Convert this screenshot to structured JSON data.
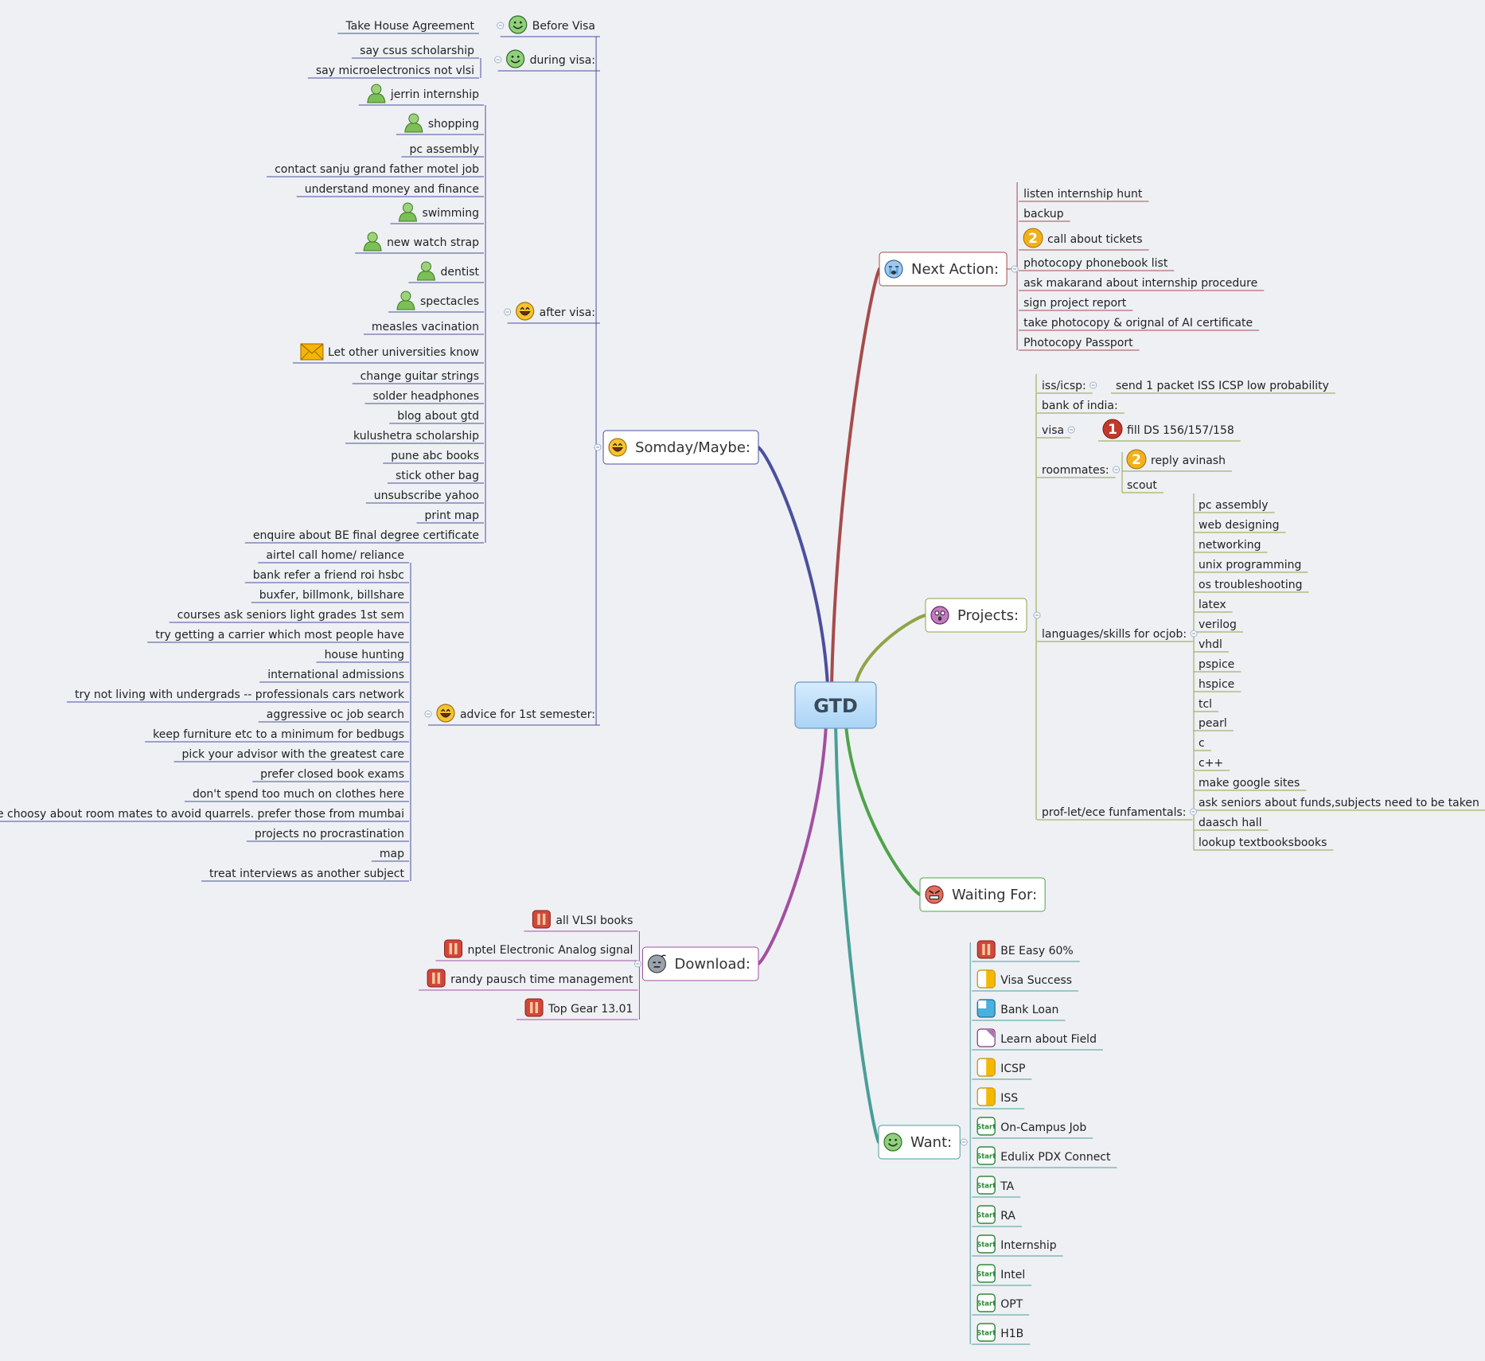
{
  "colors": {
    "background": "#eef0f4",
    "center_fill": "#a9d3f5",
    "nextaction": "#a64b4b",
    "projects": "#8fa446",
    "waiting": "#4fa34a",
    "want": "#4a9e97",
    "download": "#a24fa2",
    "someday": "#4a4f9e"
  },
  "center": {
    "label": "GTD"
  },
  "branches": [
    {
      "key": "nextaction",
      "label": "Next Action:",
      "icon": "crying-face-icon",
      "color": "#a64b4b",
      "items": [
        {
          "label": "listen internship hunt"
        },
        {
          "label": "backup"
        },
        {
          "label": "call about tickets",
          "icon": "priority-2-icon"
        },
        {
          "label": "photocopy phonebook list"
        },
        {
          "label": "ask makarand about internship procedure"
        },
        {
          "label": "sign project report"
        },
        {
          "label": "take photocopy & orignal of AI certificate"
        },
        {
          "label": "Photocopy Passport"
        }
      ]
    },
    {
      "key": "projects",
      "label": "Projects:",
      "icon": "surprised-face-icon",
      "color": "#8fa446",
      "items": [
        {
          "label": "iss/icsp:",
          "children": [
            {
              "label": "send 1 packet ISS ICSP low probability"
            }
          ]
        },
        {
          "label": "bank of india:"
        },
        {
          "label": "visa",
          "children": [
            {
              "label": "fill DS 156/157/158",
              "icon": "priority-1-icon"
            }
          ]
        },
        {
          "label": "roommates:",
          "children": [
            {
              "label": "reply avinash",
              "icon": "priority-2-icon"
            },
            {
              "label": "scout"
            }
          ]
        },
        {
          "label": "languages/skills for ocjob:",
          "children": [
            {
              "label": "pc assembly"
            },
            {
              "label": "web designing"
            },
            {
              "label": "networking"
            },
            {
              "label": "unix programming"
            },
            {
              "label": "os troubleshooting"
            },
            {
              "label": "latex"
            },
            {
              "label": "verilog"
            },
            {
              "label": "vhdl"
            },
            {
              "label": "pspice"
            },
            {
              "label": "hspice"
            },
            {
              "label": "tcl"
            },
            {
              "label": "pearl"
            },
            {
              "label": "c"
            },
            {
              "label": "c++"
            }
          ]
        },
        {
          "label": "prof-let/ece funfamentals:",
          "children": [
            {
              "label": "make google sites"
            },
            {
              "label": "ask seniors about funds,subjects need to be taken"
            },
            {
              "label": "daasch hall"
            },
            {
              "label": "lookup textbooksbooks"
            }
          ]
        }
      ]
    },
    {
      "key": "waiting",
      "label": "Waiting For:",
      "icon": "angry-face-icon",
      "color": "#4fa34a",
      "items": []
    },
    {
      "key": "want",
      "label": "Want:",
      "icon": "smiley-face-icon",
      "color": "#4a9e97",
      "items": [
        {
          "label": "BE Easy 60%",
          "icon": "pause-icon"
        },
        {
          "label": "Visa Success",
          "icon": "half-progress-icon"
        },
        {
          "label": "Bank Loan",
          "icon": "quarter-progress-icon"
        },
        {
          "label": "Learn about Field",
          "icon": "eighth-progress-icon"
        },
        {
          "label": "ICSP",
          "icon": "half-progress-icon"
        },
        {
          "label": "ISS",
          "icon": "half-progress-icon"
        },
        {
          "label": "On-Campus Job",
          "icon": "start-icon"
        },
        {
          "label": "Edulix PDX Connect",
          "icon": "start-icon"
        },
        {
          "label": "TA",
          "icon": "start-icon"
        },
        {
          "label": "RA",
          "icon": "start-icon"
        },
        {
          "label": "Internship",
          "icon": "start-icon"
        },
        {
          "label": "Intel",
          "icon": "start-icon"
        },
        {
          "label": "OPT",
          "icon": "start-icon"
        },
        {
          "label": "H1B",
          "icon": "start-icon"
        }
      ]
    },
    {
      "key": "download",
      "label": "Download:",
      "icon": "bomb-face-icon",
      "color": "#a24fa2",
      "items": [
        {
          "label": "all VLSI books",
          "icon": "pause-icon"
        },
        {
          "label": "nptel Electronic Analog signal",
          "icon": "pause-icon"
        },
        {
          "label": "randy pausch time management",
          "icon": "pause-icon"
        },
        {
          "label": "Top Gear 13.01",
          "icon": "pause-icon"
        }
      ]
    },
    {
      "key": "someday",
      "label": "Somday/Maybe:",
      "icon": "laughing-face-icon",
      "color": "#4a4f9e",
      "items": [
        {
          "label": "Before Visa",
          "icon": "smiley-face-icon",
          "children": [
            {
              "label": "Take House Agreement"
            }
          ]
        },
        {
          "label": "during visa:",
          "icon": "smiley-face-icon",
          "children": [
            {
              "label": "say csus scholarship"
            },
            {
              "label": "say microelectronics not vlsi"
            }
          ]
        },
        {
          "label": "after visa:",
          "icon": "laughing-face-icon",
          "children": [
            {
              "label": "jerrin internship",
              "icon": "person-icon"
            },
            {
              "label": "shopping",
              "icon": "person-icon"
            },
            {
              "label": "pc assembly"
            },
            {
              "label": "contact sanju grand father motel job"
            },
            {
              "label": "understand money and finance"
            },
            {
              "label": "swimming",
              "icon": "person-icon"
            },
            {
              "label": "new watch strap",
              "icon": "person-icon"
            },
            {
              "label": "dentist",
              "icon": "person-icon"
            },
            {
              "label": "spectacles",
              "icon": "person-icon"
            },
            {
              "label": "measles vacination"
            },
            {
              "label": "Let other universities know",
              "icon": "envelope-icon"
            },
            {
              "label": "change guitar strings"
            },
            {
              "label": "solder headphones"
            },
            {
              "label": "blog about gtd"
            },
            {
              "label": "kulushetra scholarship"
            },
            {
              "label": "pune abc books"
            },
            {
              "label": "stick other bag"
            },
            {
              "label": "unsubscribe yahoo"
            },
            {
              "label": "print map"
            },
            {
              "label": "enquire about BE final degree certificate"
            }
          ]
        },
        {
          "label": "advice for 1st semester:",
          "icon": "laughing-face-icon",
          "children": [
            {
              "label": "airtel call home/ reliance"
            },
            {
              "label": "bank refer a friend roi hsbc"
            },
            {
              "label": "buxfer, billmonk, billshare"
            },
            {
              "label": "courses ask seniors light grades 1st sem"
            },
            {
              "label": "try getting a carrier which most people have"
            },
            {
              "label": "house hunting"
            },
            {
              "label": "international admissions"
            },
            {
              "label": "try not living with undergrads -- professionals cars network"
            },
            {
              "label": "aggressive oc job search"
            },
            {
              "label": "keep furniture etc to a minimum for bedbugs"
            },
            {
              "label": "pick your advisor with the greatest care"
            },
            {
              "label": "prefer closed book exams"
            },
            {
              "label": "don't spend too much on clothes here"
            },
            {
              "label": "be choosy about room mates to avoid quarrels. prefer those from mumbai"
            },
            {
              "label": "projects no procrastination"
            },
            {
              "label": "map"
            },
            {
              "label": "treat interviews as another subject"
            }
          ]
        }
      ]
    }
  ]
}
